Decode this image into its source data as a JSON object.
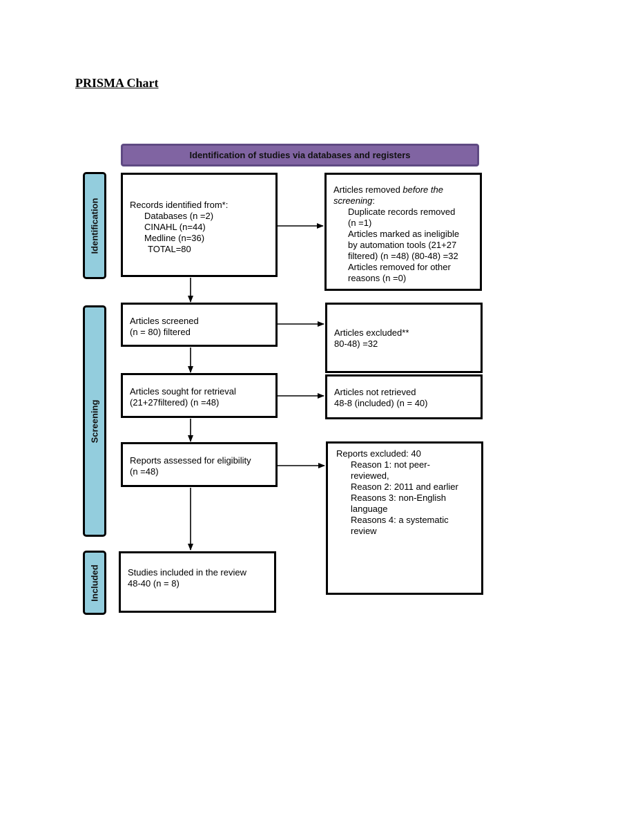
{
  "page_title": "PRISMA Chart",
  "header": "Identification of studies via databases and registers",
  "phases": {
    "identification": "Identification",
    "screening": "Screening",
    "included": "Included"
  },
  "records_identified": {
    "heading": "Records identified from*:",
    "databases": "Databases (n =2)",
    "cinahl": "CINAHL (n=44)",
    "medline": "Medline (n=36)",
    "total": "TOTAL=80"
  },
  "removed_before_screening": {
    "heading_part1": "Articles removed ",
    "heading_italic1": "before the",
    "heading_italic2": "screening",
    "heading_colon": ":",
    "lines": [
      "Duplicate records removed",
      "(n =1)",
      "Articles marked as ineligible",
      "by automation tools (21+27",
      "filtered) (n =48) (80-48) =32",
      "Articles removed for other",
      "reasons (n =0)"
    ]
  },
  "articles_screened": {
    "lines": [
      "Articles screened",
      "(n = 80) filtered"
    ]
  },
  "articles_excluded": {
    "lines": [
      "Articles excluded**",
      "80-48) =32"
    ]
  },
  "sought_for_retrieval": {
    "lines": [
      "Articles sought for retrieval",
      "(21+27filtered) (n =48)"
    ]
  },
  "not_retrieved": {
    "lines": [
      "Articles not retrieved",
      "48-8 (included) (n = 40)"
    ]
  },
  "assessed_for_eligibility": {
    "lines": [
      "Reports assessed for eligibility",
      "(n =48)"
    ]
  },
  "reports_excluded": {
    "heading": "Reports excluded: 40",
    "lines": [
      "Reason 1:  not peer-",
      "reviewed,",
      "Reason 2: 2011 and earlier",
      "Reasons 3: non-English",
      "language",
      "Reasons 4: a systematic",
      "review"
    ]
  },
  "studies_included": {
    "lines": [
      "Studies included in the review",
      "48-40 (n = 8)"
    ]
  },
  "colors": {
    "header_fill": "#8064a2",
    "phase_fill": "#93cddd"
  }
}
